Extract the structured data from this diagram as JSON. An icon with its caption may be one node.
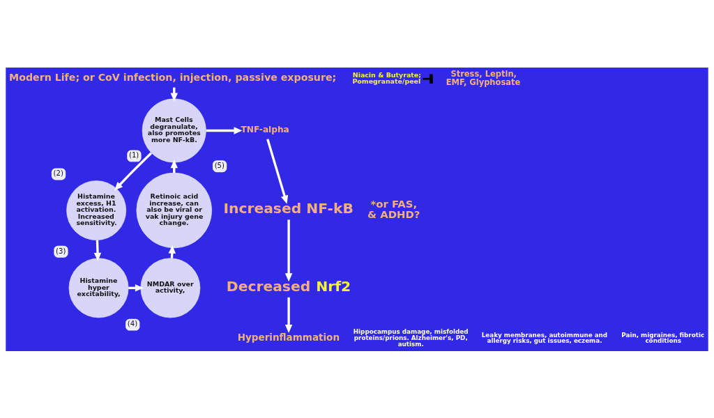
{
  "diagram": {
    "nodes": [
      {
        "text": [
          "Modern Life; or CoV infection, injection, passive exposure;"
        ]
      },
      {
        "text": [
          "Niacin & Butyrate; Pomegranate/peel"
        ]
      },
      {
        "text": [
          "TNF-alpha"
        ]
      },
      {
        "text": [
          "Mast Cells degranulate, also promotes more NF-kB."
        ],
        "beside": [
          "(1)"
        ]
      },
      {
        "text": [
          "Increased NF-kB"
        ]
      },
      {
        "text": [
          "Decreased Nrf2"
        ]
      },
      {
        "text": [
          "Retinoic acid increase, can also be viral or vak injury gene change."
        ],
        "beside": [
          "(5)"
        ]
      },
      {
        "text": [
          "Histamine excess, H1 activation. Increased sensitivity."
        ],
        "beside": [
          "(2)"
        ]
      },
      {
        "text": [
          "Hyperinflammation"
        ]
      },
      {
        "text": [
          "NMDAR over activity,"
        ],
        "beside": [
          "(4)"
        ]
      },
      {
        "text": [
          "Histamine hyper excitability,"
        ],
        "beside": [
          "(3)"
        ]
      }
    ],
    "edges": [
      {
        "from": 1,
        "to": null,
        "arrow": "other",
        "color": "#000000"
      },
      {
        "from": 0,
        "to": 3,
        "arrow": "to"
      },
      {
        "from": 3,
        "to": 2,
        "arrow": "to"
      },
      {
        "from": 2,
        "to": 4,
        "arrow": "to"
      },
      {
        "from": 4,
        "to": 5,
        "arrow": "to"
      },
      {
        "from": 5,
        "to": 8,
        "arrow": "to"
      },
      {
        "from": 3,
        "to": 7,
        "arrow": "to"
      },
      {
        "from": 7,
        "to": 10,
        "arrow": "to"
      },
      {
        "from": 10,
        "to": 9,
        "arrow": "to"
      },
      {
        "from": 9,
        "to": 6,
        "arrow": "to"
      },
      {
        "from": 6,
        "to": 3,
        "arrow": "to"
      }
    ],
    "labels": [
      "Stress, Leptin, EMF, Glyphosate",
      "*or FAS, & ADHD?",
      "Hippocampus damage, misfolded proteins/prions. Alzheimer's, PD, autism.",
      "Leaky membranes, autoimmune and allergy risks, gut issues, eczema.",
      "Pain, migraines, fibrotic conditions"
    ]
  }
}
